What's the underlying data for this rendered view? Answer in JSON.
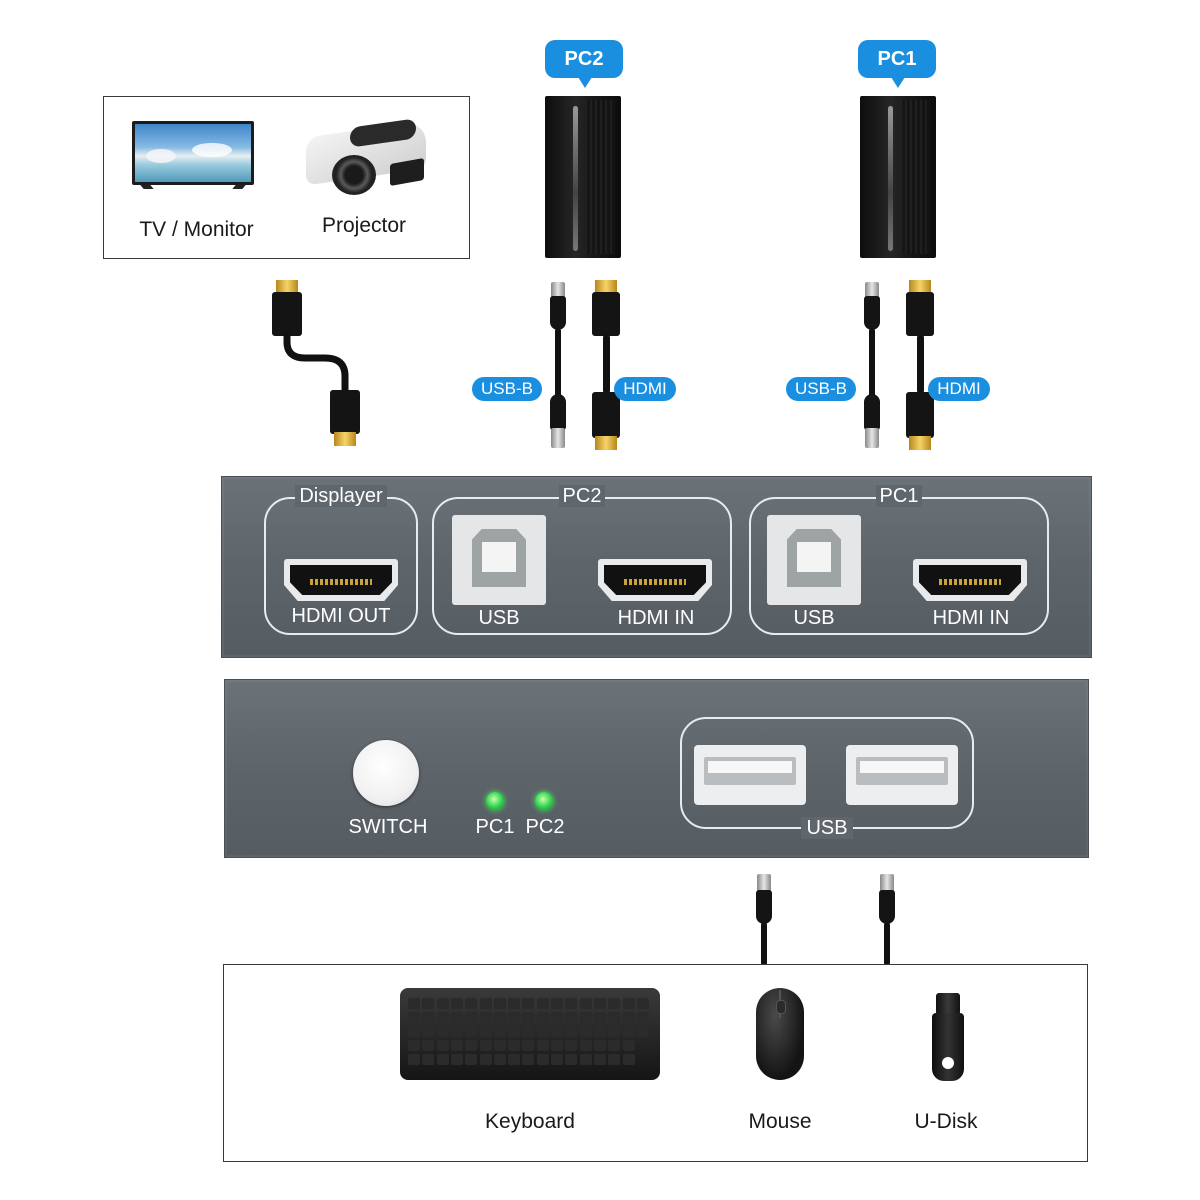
{
  "display_box": {
    "items": [
      {
        "label": "TV / Monitor",
        "icon": "monitor-icon"
      },
      {
        "label": "Projector",
        "icon": "projector-icon"
      }
    ]
  },
  "pcs": [
    {
      "label": "PC2",
      "icon": "pc-tower-icon"
    },
    {
      "label": "PC1",
      "icon": "pc-tower-icon"
    }
  ],
  "cable_tags": {
    "pc2_usb": "USB-B",
    "pc2_hdmi": "HDMI",
    "pc1_usb": "USB-B",
    "pc1_hdmi": "HDMI"
  },
  "back_panel": {
    "groups": [
      {
        "title": "Displayer",
        "ports": [
          "HDMI OUT"
        ]
      },
      {
        "title": "PC2",
        "ports": [
          "USB",
          "HDMI IN"
        ]
      },
      {
        "title": "PC1",
        "ports": [
          "USB",
          "HDMI IN"
        ]
      }
    ]
  },
  "front_panel": {
    "switch_label": "SWITCH",
    "leds": [
      "PC1",
      "PC2"
    ],
    "usb_label": "USB"
  },
  "peripherals": [
    {
      "label": "Keyboard",
      "icon": "keyboard-icon"
    },
    {
      "label": "Mouse",
      "icon": "mouse-icon"
    },
    {
      "label": "U-Disk",
      "icon": "usb-drive-icon"
    }
  ],
  "colors": {
    "accent": "#1a8fe0",
    "panel": "#5f666c",
    "led": "#2ed14a"
  }
}
